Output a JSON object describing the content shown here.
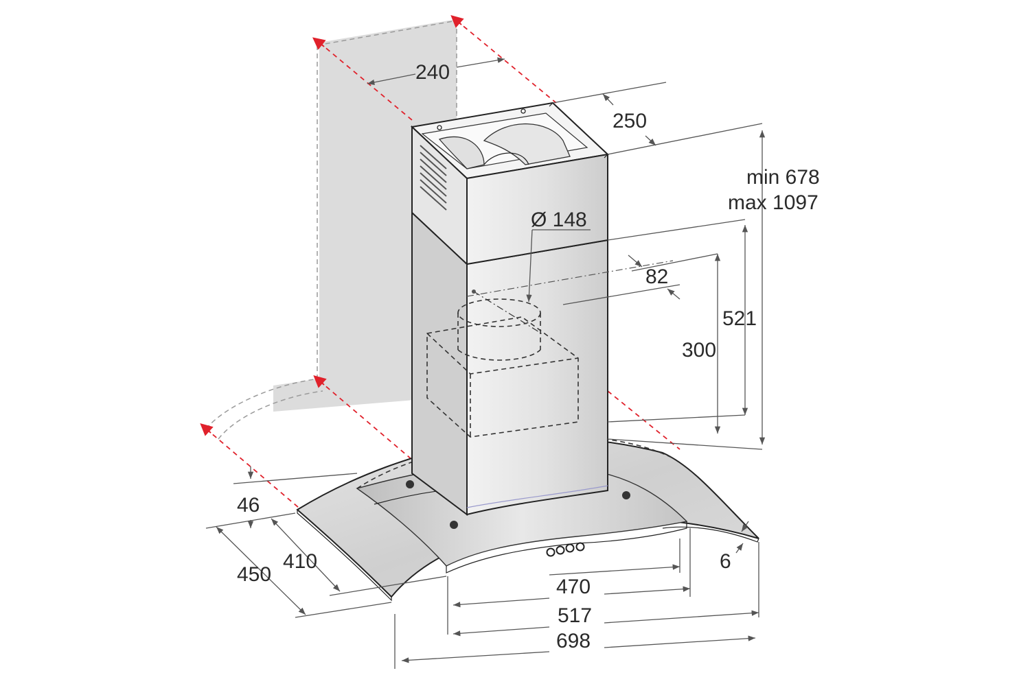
{
  "colors": {
    "wall": "#dcdcdc",
    "steel_light": "#eeeeee",
    "steel_dark": "#c9c9c9",
    "glass": "#d6d6d6",
    "outline": "#222222",
    "dimension_line": "#555555",
    "wall_marker": "#e0212b"
  },
  "dimensions": {
    "chimney_depth": "240",
    "chimney_width": "250",
    "height_min": "min 678",
    "height_max": "max 1097",
    "duct_diameter": "Ø 148",
    "duct_offset": "82",
    "outlet_height": "300",
    "chimney_min_height": "521",
    "glass_edge": "46",
    "canopy_depth_inner": "410",
    "canopy_depth_outer": "450",
    "glass_thickness": "6",
    "control_width": "470",
    "body_width": "517",
    "overall_width": "698"
  },
  "icons": [
    "control-knob-icon"
  ]
}
